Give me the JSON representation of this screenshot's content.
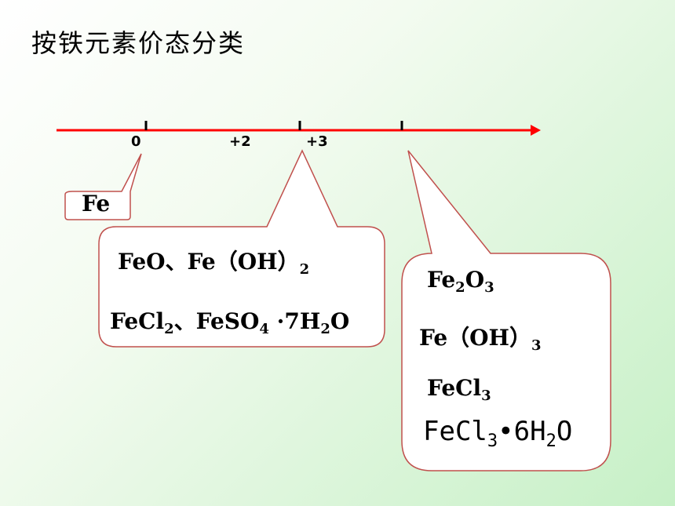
{
  "title": "按铁元素价态分类",
  "axis": {
    "ticks": [
      "0",
      "+2",
      "+3"
    ]
  },
  "box_fe": {
    "label": "Fe"
  },
  "box_plus2": {
    "line1": {
      "a": "FeO、Fe（OH）",
      "sub": "2"
    },
    "line2": {
      "a": "FeCl",
      "a_sub": "2",
      "b": "、FeSO",
      "b_sub": "4",
      "c": " ·7H",
      "c_sub": "2",
      "d": "O"
    }
  },
  "box_plus3": {
    "line1": {
      "a": "Fe",
      "a_sub": "2",
      "b": "O",
      "b_sub": "3"
    },
    "line2": {
      "a": "Fe（OH）",
      "sub": "3"
    },
    "line3": {
      "a": "FeCl",
      "sub": "3"
    },
    "line4": {
      "a": "FeCl",
      "a_sub": "3",
      "b": "•6H",
      "b_sub": "2",
      "c": "O"
    }
  },
  "colors": {
    "axis": "#ff0000",
    "box_border": "#c0504d"
  }
}
